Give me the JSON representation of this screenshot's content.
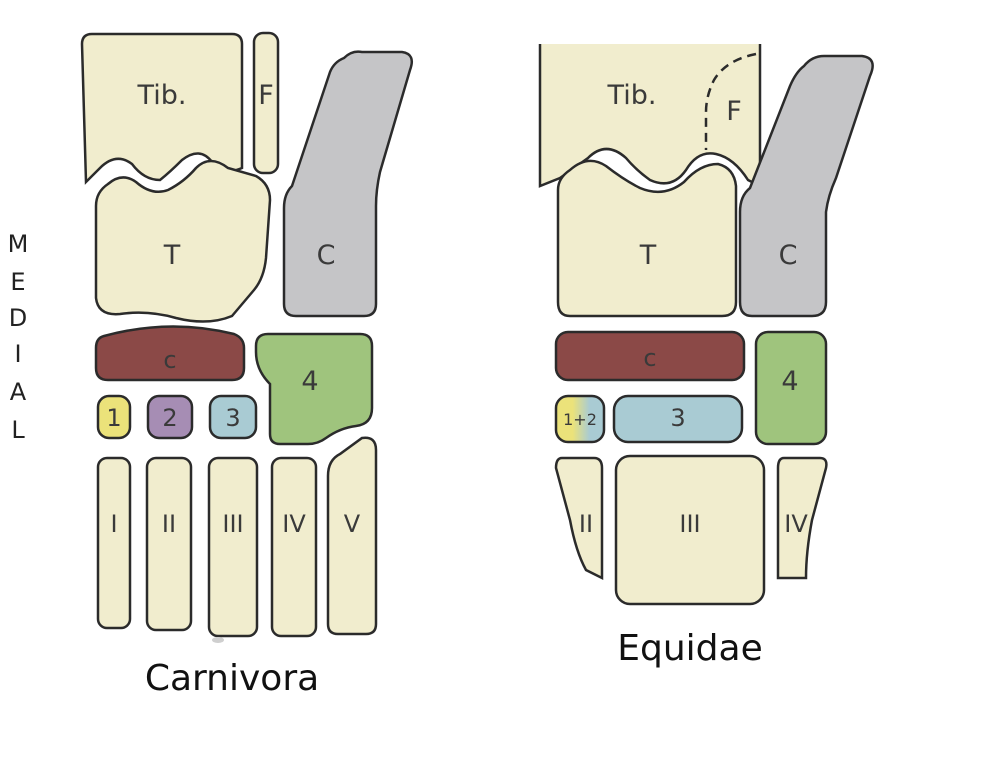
{
  "side_label": [
    "M",
    "E",
    "D",
    "I",
    "A",
    "L"
  ],
  "colors": {
    "bone": "#f1edce",
    "stroke": "#2b2b2b",
    "calcaneus": "#c5c5c7",
    "central": "#8b4947",
    "fourth": "#9fc47d",
    "first": "#ebe27a",
    "second": "#a68db4",
    "third": "#a9cbd3"
  },
  "carnivora": {
    "caption": "Carnivora",
    "tibia": "Tib.",
    "fibula": "F",
    "talus": "T",
    "calcaneus": "C",
    "central_tarsal": "c",
    "tarsal_4": "4",
    "tarsal_1": "1",
    "tarsal_2": "2",
    "tarsal_3": "3",
    "metatarsals": [
      "I",
      "II",
      "III",
      "IV",
      "V"
    ]
  },
  "equidae": {
    "caption": "Equidae",
    "tibia": "Tib.",
    "fibula": "F",
    "talus": "T",
    "calcaneus": "C",
    "central_tarsal": "c",
    "tarsal_4": "4",
    "tarsal_1_2": "1+2",
    "tarsal_3": "3",
    "metatarsals": [
      "II",
      "III",
      "IV"
    ]
  }
}
